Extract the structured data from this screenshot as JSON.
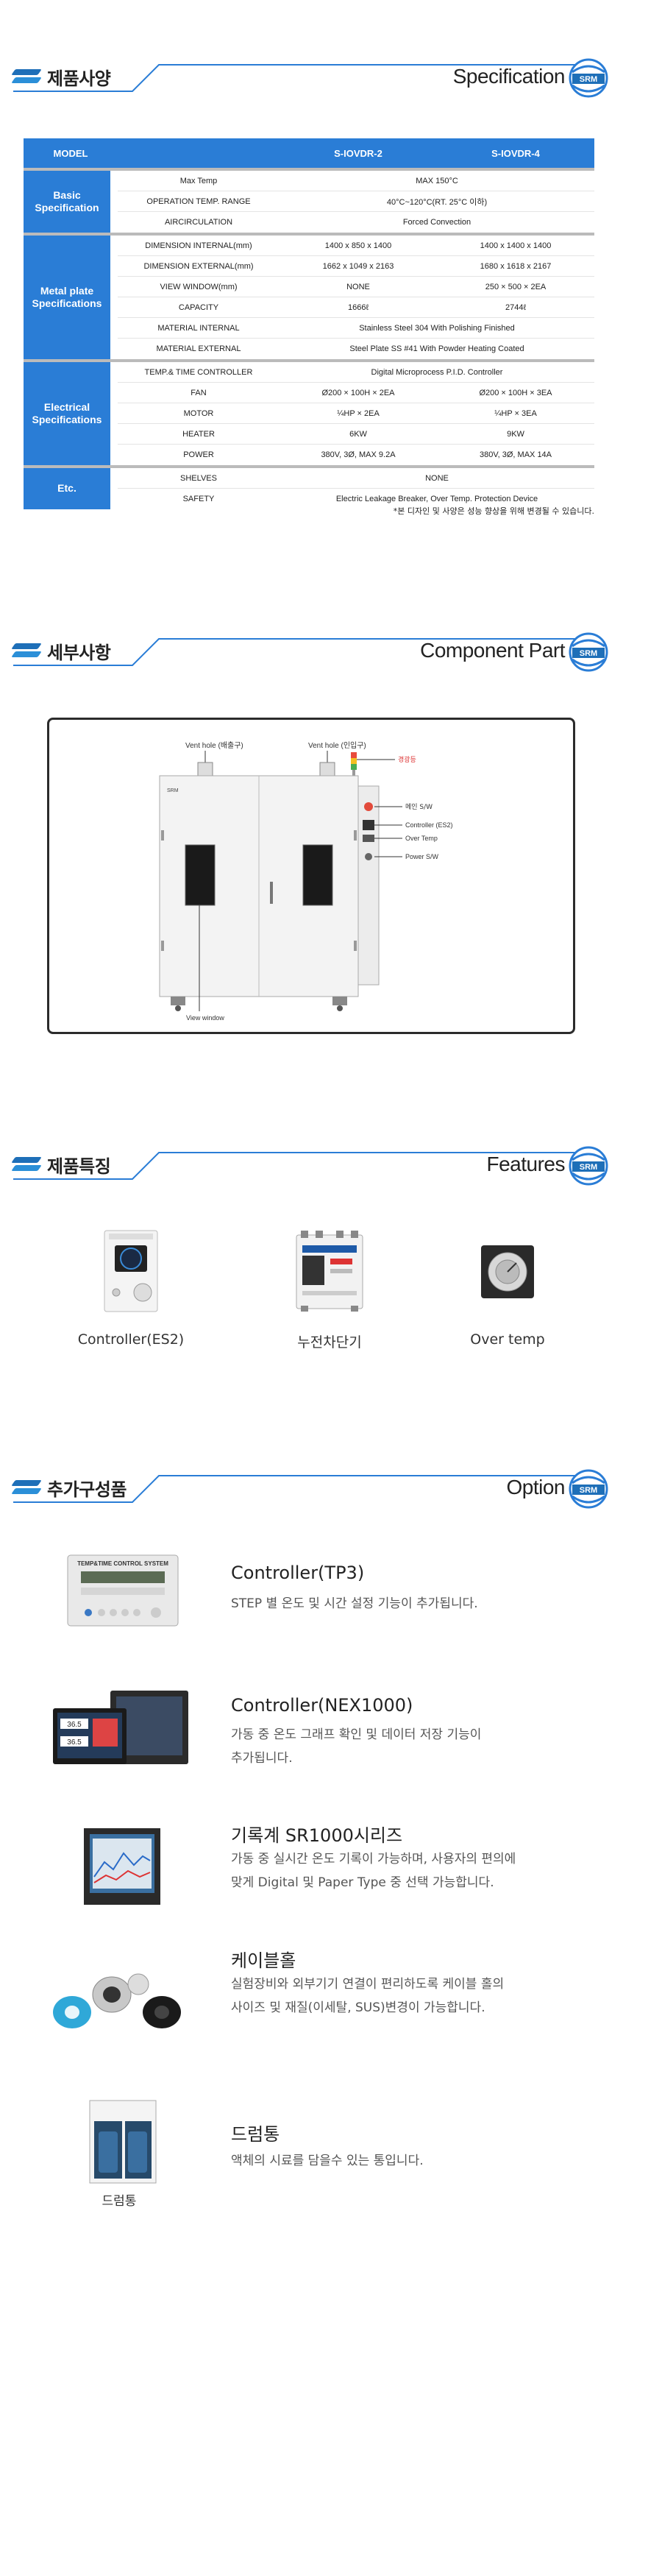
{
  "sections": {
    "spec": {
      "ko": "제품사양",
      "en": "Specification"
    },
    "component": {
      "ko": "세부사항",
      "en": "Component Part"
    },
    "features": {
      "ko": "제품특징",
      "en": "Features"
    },
    "option": {
      "ko": "추가구성품",
      "en": "Option"
    }
  },
  "logo_text": "SRM",
  "spec_table": {
    "header": {
      "model": "MODEL",
      "m1": "S-IOVDR-2",
      "m2": "S-IOVDR-4"
    },
    "groups": [
      {
        "label": "Basic Specification",
        "rows": [
          {
            "label": "Max Temp",
            "span": "MAX 150°C"
          },
          {
            "label": "OPERATION TEMP. RANGE",
            "span": "40°C~120°C(RT. 25°C 이하)"
          },
          {
            "label": "AIRCIRCULATION",
            "span": "Forced Convection"
          }
        ]
      },
      {
        "label": "Metal plate Specifications",
        "rows": [
          {
            "label": "DIMENSION INTERNAL(mm)",
            "v1": "1400 x 850 x 1400",
            "v2": "1400 x 1400 x 1400"
          },
          {
            "label": "DIMENSION EXTERNAL(mm)",
            "v1": "1662 x 1049 x 2163",
            "v2": "1680 x 1618 x 2167"
          },
          {
            "label": "VIEW WINDOW(mm)",
            "v1": "NONE",
            "v2": "250 × 500 × 2EA"
          },
          {
            "label": "CAPACITY",
            "v1": "1666ℓ",
            "v2": "2744ℓ"
          },
          {
            "label": "MATERIAL INTERNAL",
            "span": "Stainless Steel 304 With Polishing Finished"
          },
          {
            "label": "MATERIAL EXTERNAL",
            "span": "Steel Plate SS #41 With Powder Heating Coated"
          }
        ]
      },
      {
        "label": "Electrical Specifications",
        "rows": [
          {
            "label": "TEMP.& TIME CONTROLLER",
            "span": "Digital Microprocess P.I.D. Controller"
          },
          {
            "label": "FAN",
            "v1": "Ø200 × 100H × 2EA",
            "v2": "Ø200 × 100H × 3EA"
          },
          {
            "label": "MOTOR",
            "v1": "¼HP × 2EA",
            "v2": "¼HP × 3EA"
          },
          {
            "label": "HEATER",
            "v1": "6KW",
            "v2": "9KW"
          },
          {
            "label": "POWER",
            "v1": "380V, 3Ø, MAX 9.2A",
            "v2": "380V, 3Ø, MAX 14A"
          }
        ]
      },
      {
        "label": "Etc.",
        "rows": [
          {
            "label": "SHELVES",
            "span": "NONE"
          },
          {
            "label": "SAFETY",
            "span": "Electric Leakage Breaker, Over Temp. Protection Device"
          }
        ]
      }
    ],
    "note": "*본 디자인 및 사양은 성능 향상을 위해 변경될 수 있습니다."
  },
  "component": {
    "vent1": "Vent hole (배출구)",
    "vent2": "Vent hole (인입구)",
    "alarm": "경광등",
    "brand": "SRM",
    "labels": [
      "메인 S/W",
      "Controller (ES2)",
      "Over Temp",
      "Power S/W"
    ],
    "view_window": "View window"
  },
  "features": [
    {
      "caption": "Controller(ES2)",
      "icon": "controller-es2"
    },
    {
      "caption": "누전차단기",
      "icon": "leakage-breaker"
    },
    {
      "caption": "Over temp",
      "icon": "over-temp-dial"
    }
  ],
  "options": [
    {
      "title": "Controller(TP3)",
      "desc": [
        "STEP 별 온도 및 시간 설정 기능이 추가됩니다."
      ],
      "panel_text": "TEMP&TIME CONTROL SYSTEM"
    },
    {
      "title": "Controller(NEX1000)",
      "desc": [
        "가동 중 온도 그래프 확인 및 데이터 저장 기능이",
        "추가됩니다."
      ],
      "screen_a": "36.5",
      "screen_b": "36.5"
    },
    {
      "title": "기록계 SR1000시리즈",
      "desc": [
        "가동 중 실시간 온도 기록이 가능하며, 사용자의 편의에",
        "맞게 Digital 및 Paper Type 중 선택 가능합니다."
      ]
    },
    {
      "title": "케이블홀",
      "desc": [
        "실험장비와 외부기기 연결이 편리하도록 케이블 홀의",
        "사이즈 및 재질(이세탈, SUS)변경이 가능합니다."
      ]
    },
    {
      "title": "드럼통",
      "desc": [
        "액체의 시료를 담을수 있는 통입니다."
      ],
      "img_caption": "드럼통"
    }
  ]
}
